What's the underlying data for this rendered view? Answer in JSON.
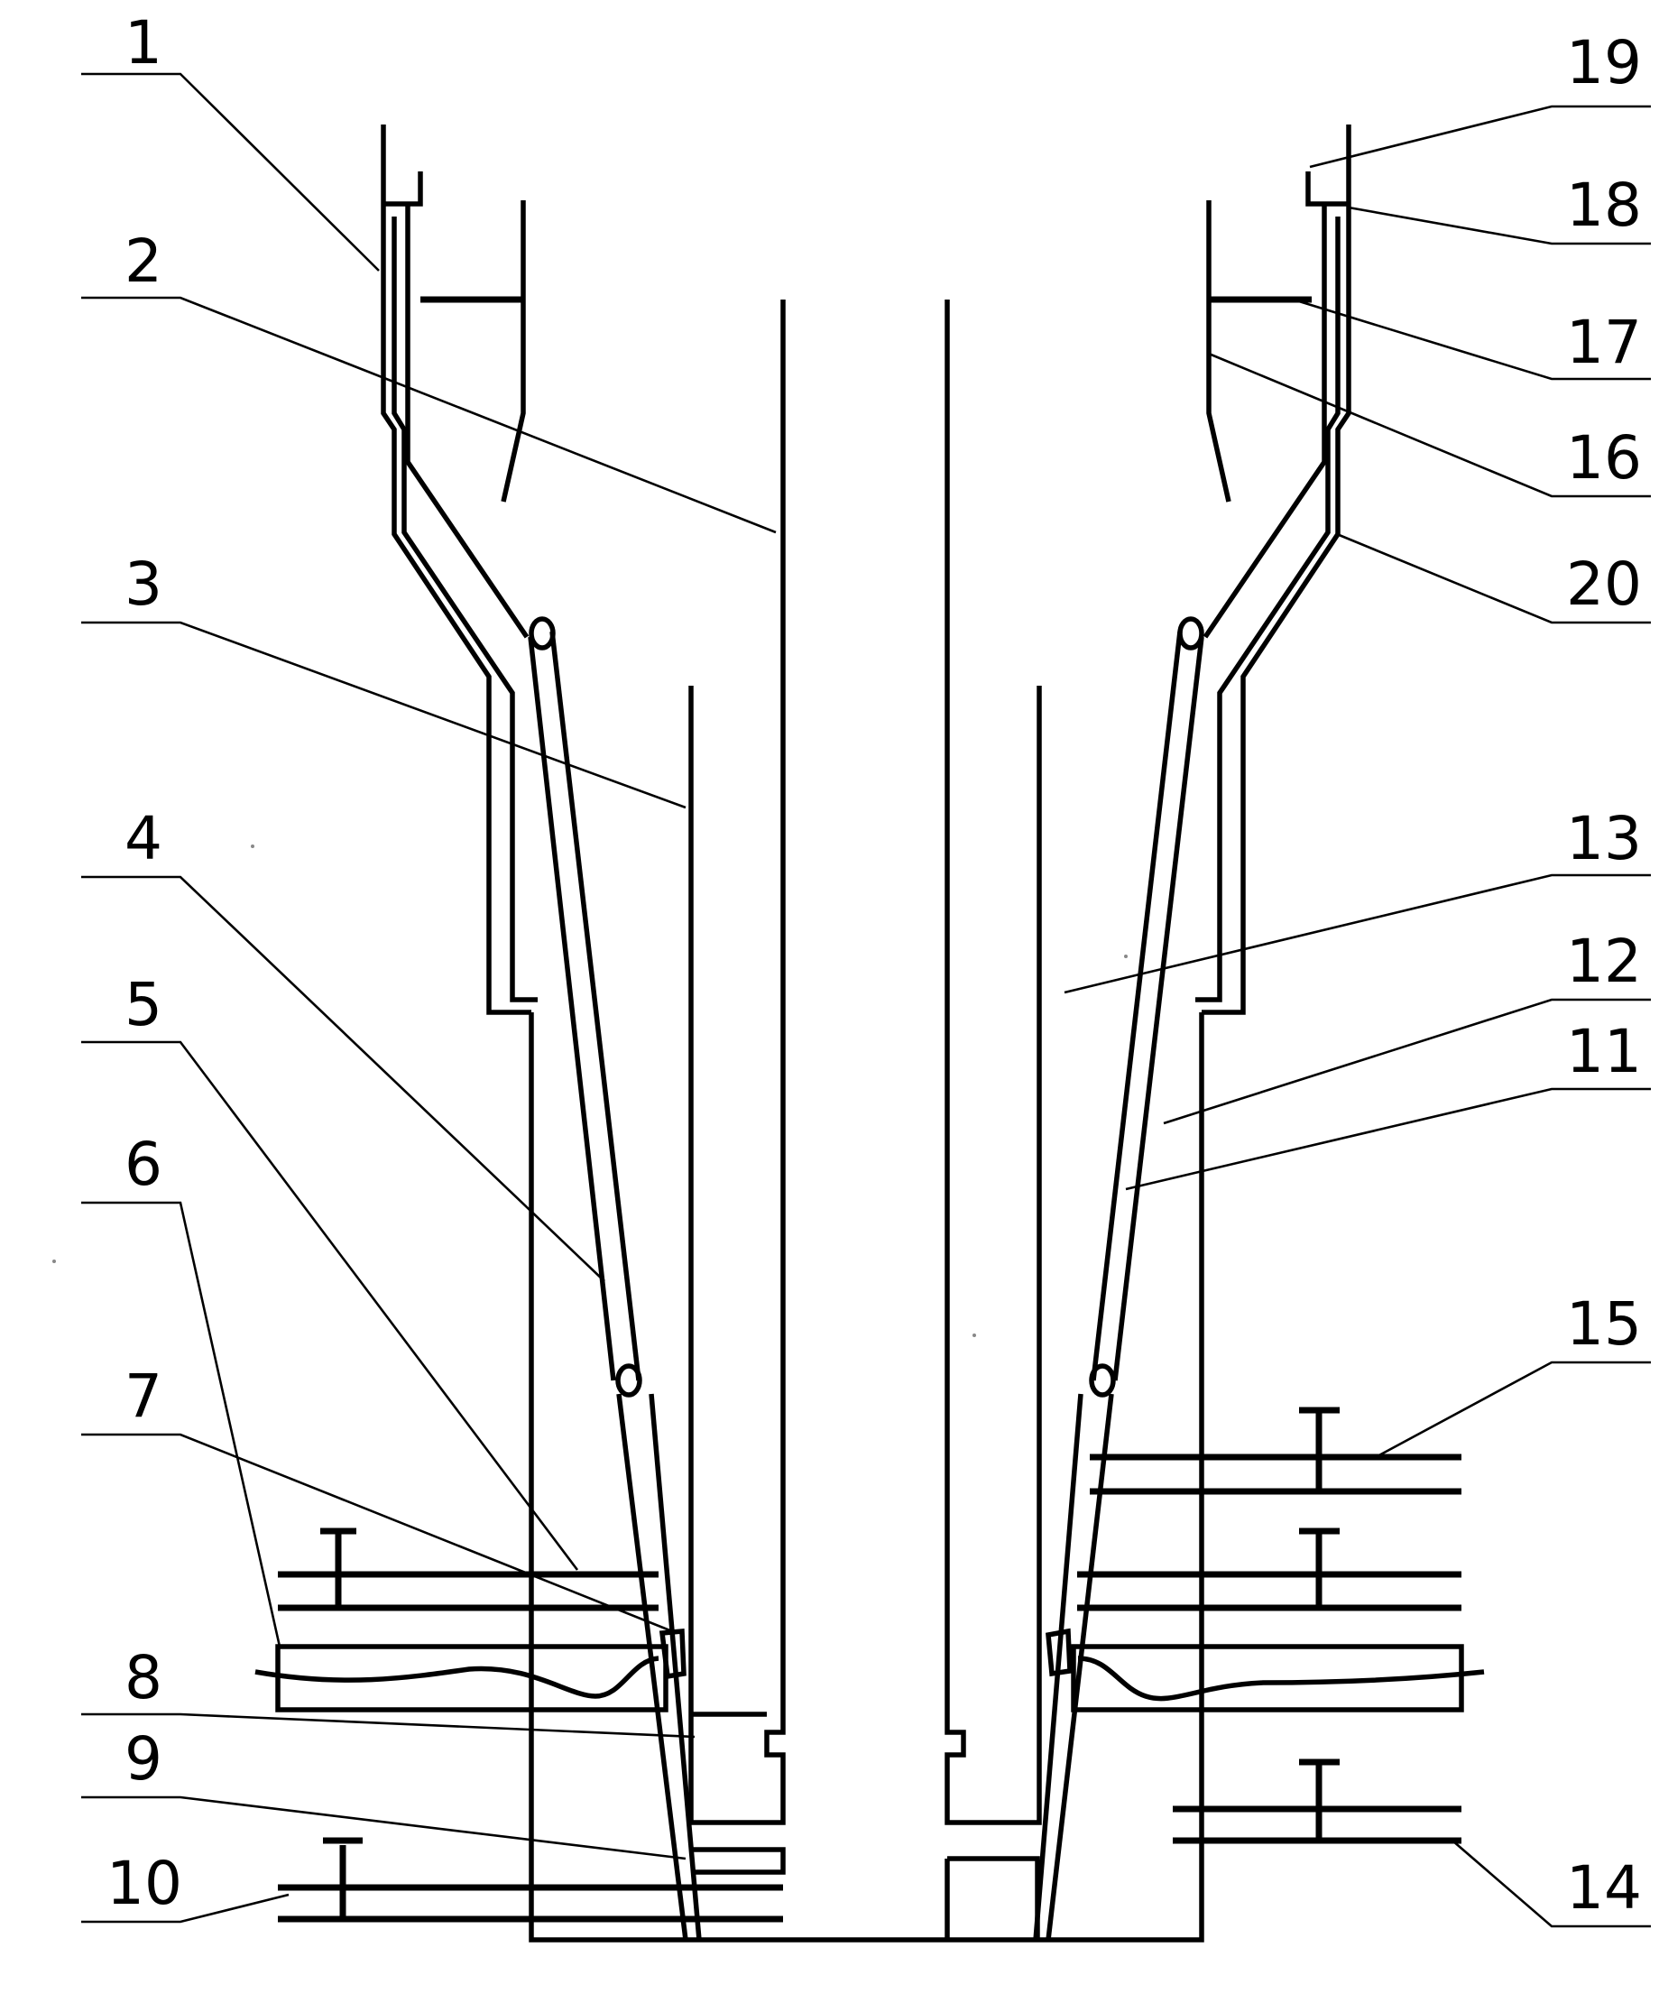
{
  "labels": {
    "left": [
      "1",
      "2",
      "3",
      "4",
      "5",
      "6",
      "7",
      "8",
      "9",
      "10"
    ],
    "right": [
      "19",
      "18",
      "17",
      "16",
      "20",
      "13",
      "12",
      "11",
      "15",
      "14"
    ]
  }
}
